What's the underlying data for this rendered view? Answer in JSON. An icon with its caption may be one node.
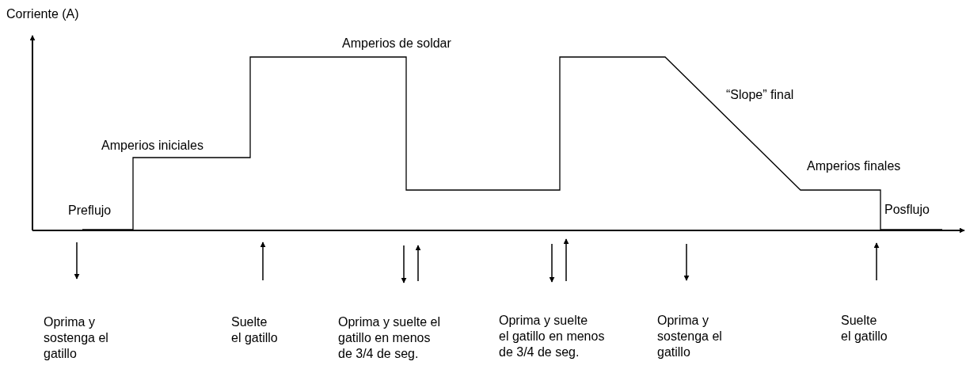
{
  "diagram": {
    "labels": [
      "Corriente (A)",
      "Amperios de soldar",
      "“Slope” final",
      "Amperios iniciales",
      "Amperios finales",
      "Preflujo",
      "Posflujo",
      "Oprima y sostenga el gatillo",
      "Suelte el gatillo",
      "Oprima y suelte el gatillo en menos de 3/4 de seg.",
      "Oprima y suelte el gatillo en menos de 3/4 de seg.",
      "Oprima y sostenga el gatillo",
      "Suelte el gatillo"
    ]
  }
}
